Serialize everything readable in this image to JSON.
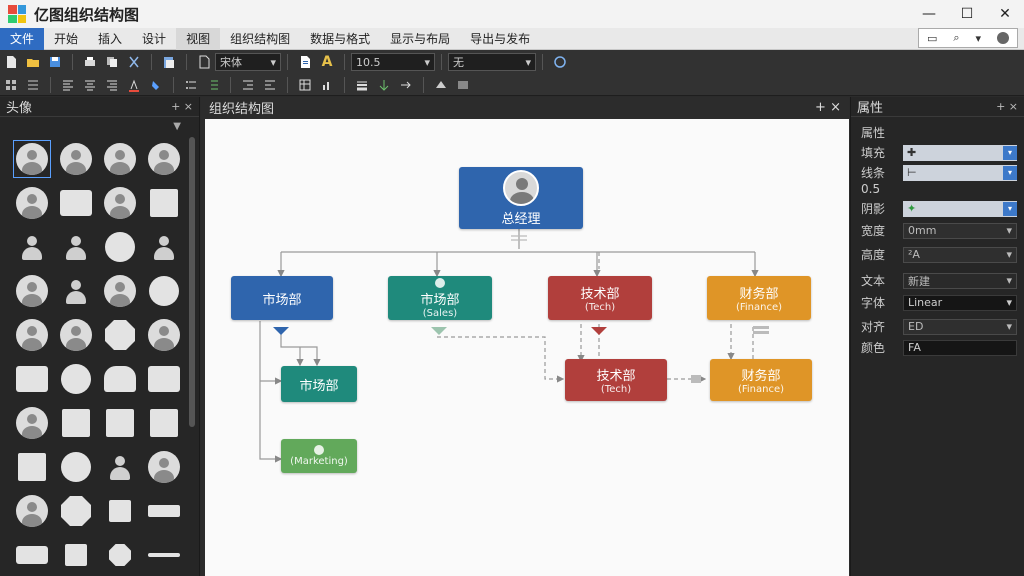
{
  "app": {
    "title": "亿图组织结构图"
  },
  "window": {
    "minimize": "—",
    "maximize": "☐",
    "close": "✕"
  },
  "menu": {
    "items": [
      "文件",
      "开始",
      "插入",
      "设计",
      "视图",
      "组织结构图",
      "数据与格式",
      "显示与布局",
      "导出与发布"
    ],
    "search_arrow": "▾",
    "search_icon": "search-icon"
  },
  "toolbar": {
    "font_family": "宋体",
    "font_size": "10.5",
    "line_style": "无",
    "dropdown_arrow": "▾",
    "font_color_label": "A"
  },
  "left_panel": {
    "title": "头像",
    "pin": "+",
    "close": "×",
    "filter_glyph": "▼"
  },
  "canvas": {
    "title": "组织结构图",
    "pin": "+",
    "close": "×",
    "nodes": {
      "ceo": {
        "title": "总经理"
      },
      "market": {
        "title": "市场部"
      },
      "sales": {
        "title": "市场部",
        "subtitle": "(Sales)"
      },
      "tech": {
        "title": "技术部",
        "subtitle": "(Tech)"
      },
      "finance": {
        "title": "财务部",
        "subtitle": "(Finance)"
      },
      "market_child": {
        "title": "市场部"
      },
      "green": {
        "subtitle": "(Marketing)"
      },
      "tech_child": {
        "title": "技术部",
        "subtitle": "(Tech)"
      },
      "finance_child": {
        "title": "财务部",
        "subtitle": "(Finance)"
      }
    },
    "colors": {
      "blue": "#2f65ad",
      "teal": "#1f8a7c",
      "red": "#b13f3c",
      "orange": "#df9527",
      "green": "#62a95b"
    }
  },
  "right_panel": {
    "title": "属性",
    "pin": "+",
    "close": "×",
    "section": "属性",
    "rows": [
      {
        "label": "填充",
        "value": "✚",
        "style": "light"
      },
      {
        "label": "线条",
        "value": "⊢",
        "style": "light"
      },
      {
        "label": "0.5",
        "value": "",
        "style": "none"
      },
      {
        "label": "阴影",
        "value": "✦",
        "style": "light"
      },
      {
        "label": "宽度",
        "value": "0mm",
        "style": "dark"
      },
      {
        "label": "高度",
        "value": "²A",
        "style": "dark"
      },
      {
        "label": "文本",
        "value": "新建",
        "style": "dark"
      },
      {
        "label": "字体",
        "value": "Linear",
        "style": "black"
      },
      {
        "label": "对齐",
        "value": "ED",
        "style": "dark"
      },
      {
        "label": "颜色",
        "value": "FA",
        "style": "black"
      }
    ],
    "dd": "▾"
  }
}
